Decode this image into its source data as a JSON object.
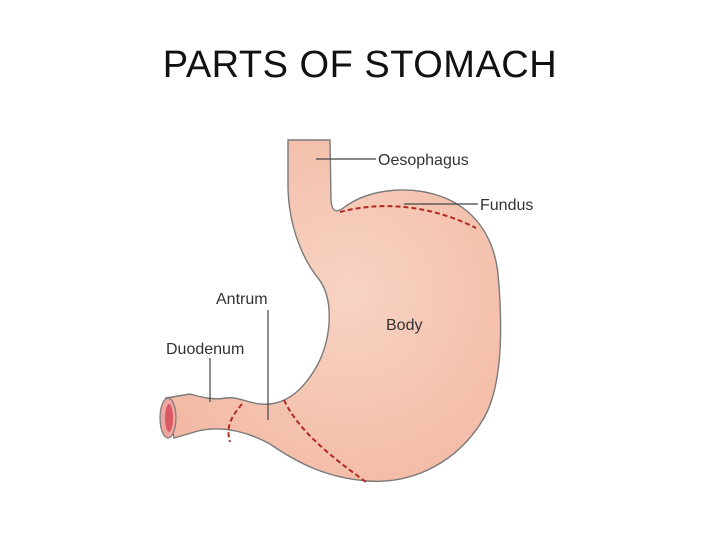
{
  "slide": {
    "title": "PARTS OF STOMACH"
  },
  "diagram": {
    "labels": {
      "oesophagus": "Oesophagus",
      "fundus": "Fundus",
      "antrum": "Antrum",
      "body": "Body",
      "duodenum": "Duodenum"
    },
    "colors": {
      "stomach_fill": "#f6c8b5",
      "stomach_outline": "#7a7a7a",
      "boundary_dash": "#b22a24",
      "leader_line": "#444444",
      "duodenum_lumen": "#d95a64"
    }
  }
}
